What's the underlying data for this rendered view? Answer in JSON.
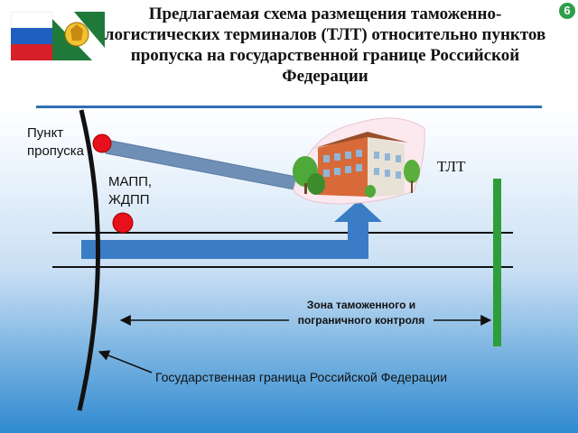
{
  "slide": {
    "title": "Предлагаемая схема размещения таможенно-логистических терминалов (ТЛТ) относительно пунктов пропуска на государственной границе Российской Федерации",
    "page_number": "6"
  },
  "labels": {
    "checkpoint_line1": "Пункт",
    "checkpoint_line2": "пропуска",
    "checkpoint_types_line1": "МАПП,",
    "checkpoint_types_line2": "ЖДПП",
    "terminal": "ТЛТ",
    "control_zone": "Зона таможенного и пограничного контроля",
    "border": "Государственная граница Российской Федерации"
  },
  "icons": {
    "logo": "customs-emblem-and-russian-flag-icon",
    "terminal": "terminal-building-icon",
    "checkpoint": "checkpoint-marker"
  },
  "colors": {
    "accent_blue": "#2f6fb0",
    "road_blue": "#3a7cc5",
    "checkpoint_red": "#e8101a",
    "control_line_green": "#2e9e3a",
    "page_badge_green": "#2e9e4a"
  }
}
